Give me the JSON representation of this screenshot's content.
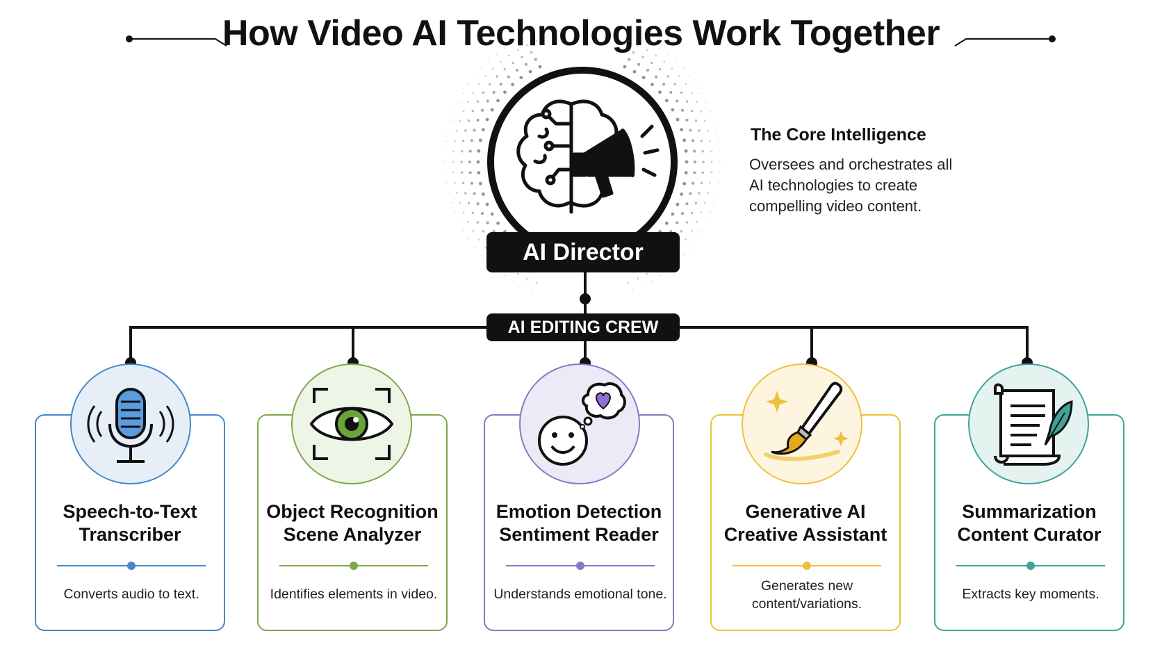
{
  "title": "How Video AI Technologies Work Together",
  "director": {
    "label": "AI Director",
    "heading": "The Core Intelligence",
    "description_lines": [
      "Oversees and orchestrates all",
      "AI technologies to create",
      "compelling video content."
    ],
    "icon": "brain-megaphone-icon"
  },
  "crew_label": "AI EDITING CREW",
  "cards": [
    {
      "title_lines": [
        "Speech-to-Text",
        "Transcriber"
      ],
      "desc_lines": [
        "Converts audio to text."
      ],
      "icon": "microphone-icon",
      "color": "#4a86c8",
      "bg": "#e6eff8"
    },
    {
      "title_lines": [
        "Object Recognition",
        "Scene Analyzer"
      ],
      "desc_lines": [
        "Identifies elements in video."
      ],
      "icon": "eye-icon",
      "color": "#7fa84a",
      "bg": "#eef4e6"
    },
    {
      "title_lines": [
        "Emotion Detection",
        "Sentiment Reader"
      ],
      "desc_lines": [
        "Understands emotional tone."
      ],
      "icon": "smiley-heart-icon",
      "color": "#8a78c0",
      "bg": "#eee9f6"
    },
    {
      "title_lines": [
        "Generative AI",
        "Creative Assistant"
      ],
      "desc_lines": [
        "Generates new",
        "content/variations."
      ],
      "icon": "paintbrush-icon",
      "color": "#f0c03c",
      "bg": "#fdf5df"
    },
    {
      "title_lines": [
        "Summarization",
        "Content Curator"
      ],
      "desc_lines": [
        "Extracts key moments."
      ],
      "icon": "scroll-quill-icon",
      "color": "#3fa39a",
      "bg": "#e4f2f0"
    }
  ]
}
